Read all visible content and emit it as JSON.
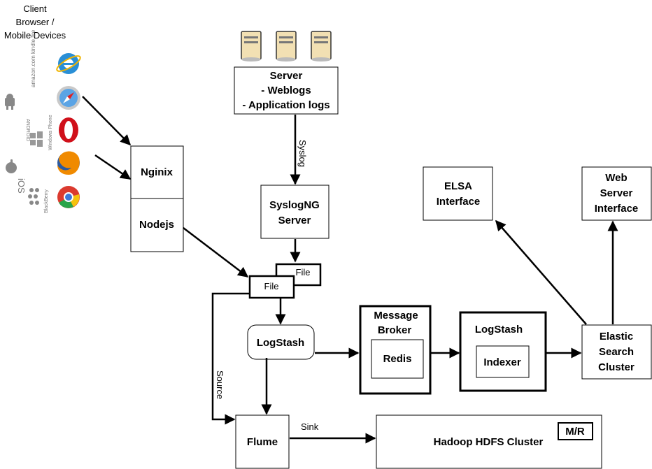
{
  "clients": {
    "title_lines": [
      "Client",
      "Browser /",
      "Mobile Devices"
    ],
    "platform_labels": [
      "amazon.com kindle fire",
      "ANDROID",
      "Windows Phone",
      "iOS",
      "BlackBerry"
    ]
  },
  "server": {
    "title": "Server",
    "line1": "- Weblogs",
    "line2": "- Application logs"
  },
  "edge_labels": {
    "syslog": "Syslog",
    "source": "Source",
    "sink": "Sink"
  },
  "nodes": {
    "nginix": "Nginix",
    "nodejs": "Nodejs",
    "syslogng_line1": "SyslogNG",
    "syslogng_line2": "Server",
    "file_back": "File",
    "file_front": "File",
    "logstash_shipper": "LogStash",
    "broker_line1": "Message",
    "broker_line2": "Broker",
    "redis": "Redis",
    "logstash_indexer_title": "LogStash",
    "indexer": "Indexer",
    "elastic_line1": "Elastic",
    "elastic_line2": "Search",
    "elastic_line3": "Cluster",
    "elsa_line1": "ELSA",
    "elsa_line2": "Interface",
    "web_line1": "Web",
    "web_line2": "Server",
    "web_line3": "Interface",
    "flume": "Flume",
    "hadoop": "Hadoop HDFS  Cluster",
    "mr": "M/R"
  }
}
